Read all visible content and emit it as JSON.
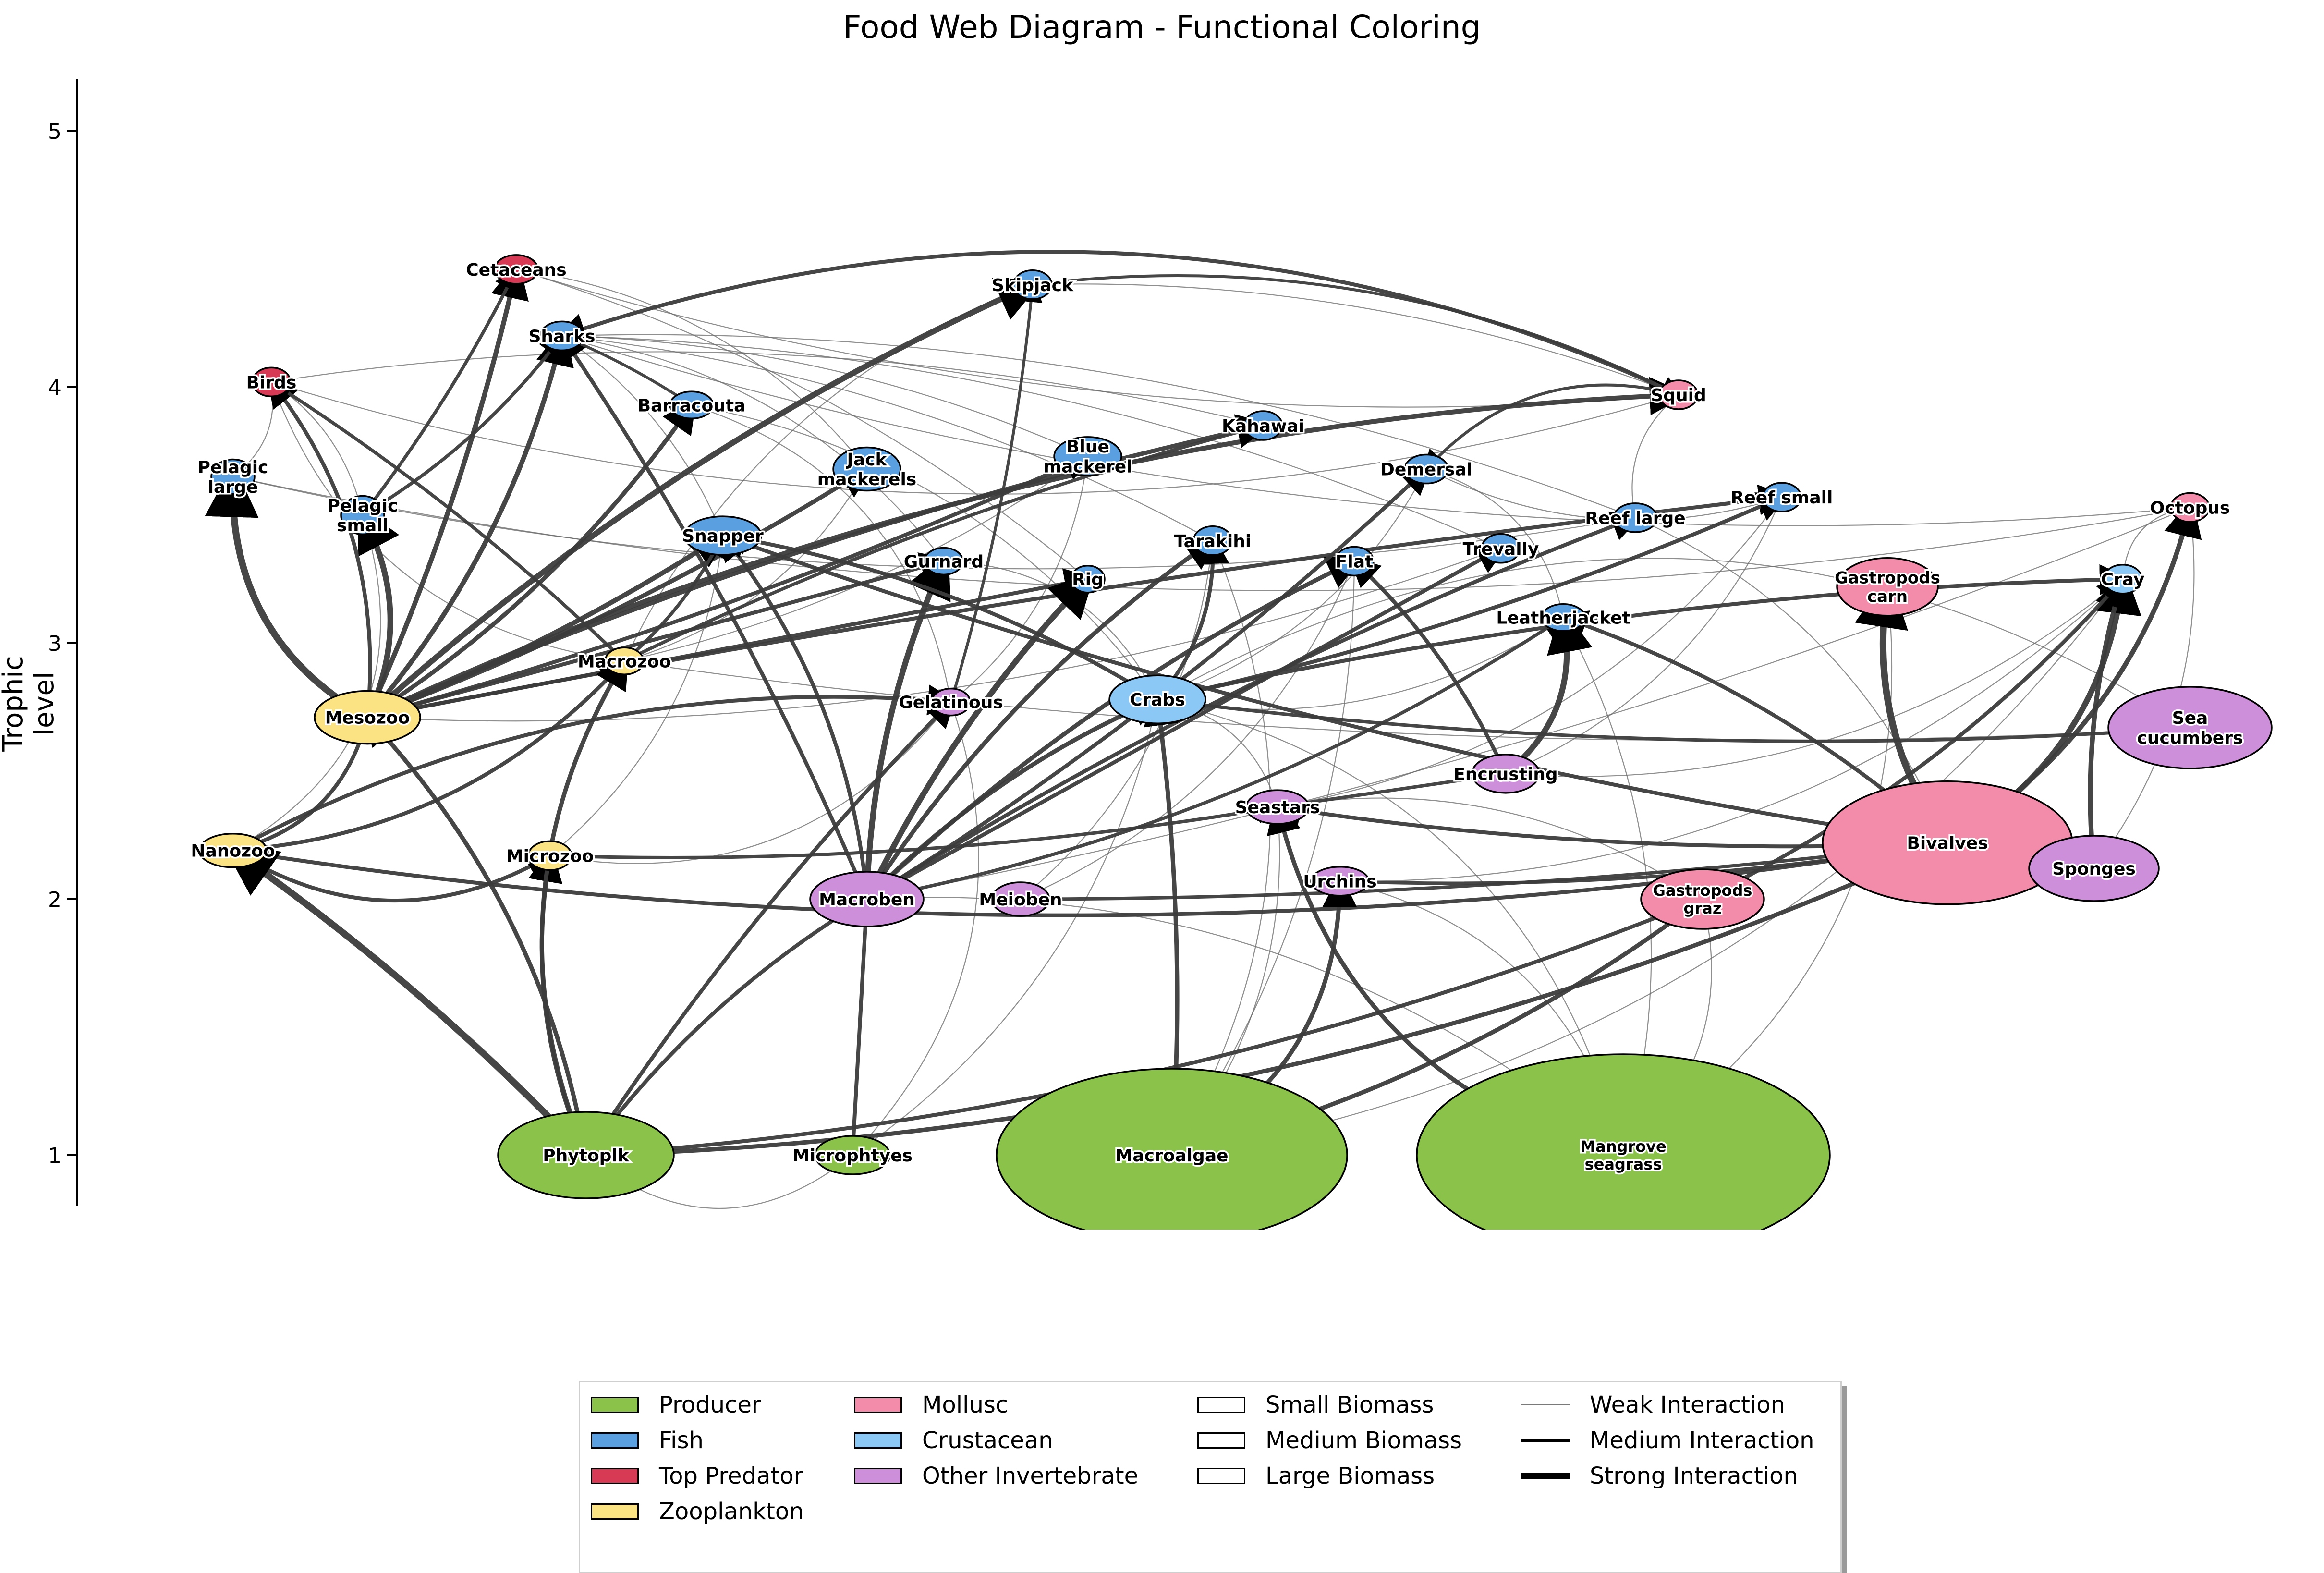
{
  "title": "Food Web Diagram - Functional Coloring",
  "ylabel": "Trophic level",
  "yticks": [
    "1",
    "2",
    "3",
    "4",
    "5"
  ],
  "colors": {
    "producer": "#8bc34a",
    "fish": "#5aa0e0",
    "top_predator": "#d63a55",
    "zooplankton": "#fbe383",
    "mollusc": "#f28caa",
    "crustacean": "#8cc8f5",
    "other_invertebrate": "#cd8fd9"
  },
  "nodes": [
    {
      "id": "cetaceans",
      "label": "Cetaceans",
      "group": "top_predator",
      "trophic": 4.46
    },
    {
      "id": "skipjack",
      "label": "Skipjack",
      "group": "fish",
      "trophic": 4.4
    },
    {
      "id": "sharks",
      "label": "Sharks",
      "group": "fish",
      "trophic": 4.2
    },
    {
      "id": "birds",
      "label": "Birds",
      "group": "top_predator",
      "trophic": 4.02
    },
    {
      "id": "squid",
      "label": "Squid",
      "group": "mollusc",
      "trophic": 3.97
    },
    {
      "id": "barracouta",
      "label": "Barracouta",
      "group": "fish",
      "trophic": 3.93
    },
    {
      "id": "kahawai",
      "label": "Kahawai",
      "group": "fish",
      "trophic": 3.85
    },
    {
      "id": "pelagic_large",
      "label": "Pelagic\nlarge",
      "group": "fish",
      "trophic": 3.65
    },
    {
      "id": "jack_mackerels",
      "label": "Jack\nmackerels",
      "group": "fish",
      "trophic": 3.68
    },
    {
      "id": "blue_mackerel",
      "label": "Blue\nmackerel",
      "group": "fish",
      "trophic": 3.73
    },
    {
      "id": "demersal",
      "label": "Demersal",
      "group": "fish",
      "trophic": 3.68
    },
    {
      "id": "reef_small",
      "label": "Reef small",
      "group": "fish",
      "trophic": 3.57
    },
    {
      "id": "pelagic_small",
      "label": "Pelagic\nsmall",
      "group": "fish",
      "trophic": 3.5
    },
    {
      "id": "reef_large",
      "label": "Reef large",
      "group": "fish",
      "trophic": 3.49
    },
    {
      "id": "octopus",
      "label": "Octopus",
      "group": "mollusc",
      "trophic": 3.53
    },
    {
      "id": "snapper",
      "label": "Snapper",
      "group": "fish",
      "trophic": 3.42
    },
    {
      "id": "tarakihi",
      "label": "Tarakihi",
      "group": "fish",
      "trophic": 3.4
    },
    {
      "id": "gurnard",
      "label": "Gurnard",
      "group": "fish",
      "trophic": 3.32
    },
    {
      "id": "flat",
      "label": "Flat",
      "group": "fish",
      "trophic": 3.32
    },
    {
      "id": "trevally",
      "label": "Trevally",
      "group": "fish",
      "trophic": 3.37
    },
    {
      "id": "rig",
      "label": "Rig",
      "group": "fish",
      "trophic": 3.25
    },
    {
      "id": "gastropods_carn",
      "label": "Gastropods\ncarn",
      "group": "mollusc",
      "trophic": 3.22
    },
    {
      "id": "cray",
      "label": "Cray",
      "group": "crustacean",
      "trophic": 3.25
    },
    {
      "id": "leatherjacket",
      "label": "Leatherjacket",
      "group": "fish",
      "trophic": 3.1
    },
    {
      "id": "macrozoo",
      "label": "Macrozoo",
      "group": "zooplankton",
      "trophic": 2.93
    },
    {
      "id": "gelatinous",
      "label": "Gelatinous",
      "group": "other_invertebrate",
      "trophic": 2.77
    },
    {
      "id": "crabs",
      "label": "Crabs",
      "group": "crustacean",
      "trophic": 2.78
    },
    {
      "id": "mesozoo",
      "label": "Mesozoo",
      "group": "zooplankton",
      "trophic": 2.71
    },
    {
      "id": "sea_cucumbers",
      "label": "Sea\ncucumbers",
      "group": "other_invertebrate",
      "trophic": 2.67
    },
    {
      "id": "encrusting",
      "label": "Encrusting",
      "group": "other_invertebrate",
      "trophic": 2.49
    },
    {
      "id": "seastars",
      "label": "Seastars",
      "group": "other_invertebrate",
      "trophic": 2.36
    },
    {
      "id": "bivalves",
      "label": "Bivalves",
      "group": "mollusc",
      "trophic": 2.22
    },
    {
      "id": "nanozoo",
      "label": "Nanozoo",
      "group": "zooplankton",
      "trophic": 2.19
    },
    {
      "id": "microzoo",
      "label": "Microzoo",
      "group": "zooplankton",
      "trophic": 2.17
    },
    {
      "id": "sponges",
      "label": "Sponges",
      "group": "other_invertebrate",
      "trophic": 2.12
    },
    {
      "id": "urchins",
      "label": "Urchins",
      "group": "other_invertebrate",
      "trophic": 2.07
    },
    {
      "id": "macroben",
      "label": "Macroben",
      "group": "other_invertebrate",
      "trophic": 2.0
    },
    {
      "id": "meioben",
      "label": "Meioben",
      "group": "other_invertebrate",
      "trophic": 2.0
    },
    {
      "id": "gastropods_graz",
      "label": "Gastropods\ngraz",
      "group": "mollusc",
      "trophic": 2.0
    },
    {
      "id": "phytoplk",
      "label": "Phytoplk",
      "group": "producer",
      "trophic": 1.0
    },
    {
      "id": "microphtyes",
      "label": "Microphtyes",
      "group": "producer",
      "trophic": 1.0
    },
    {
      "id": "macroalgae",
      "label": "Macroalgae",
      "group": "producer",
      "trophic": 1.0
    },
    {
      "id": "mangrove",
      "label": "Mangrove\nseagrass",
      "group": "producer",
      "trophic": 1.0
    }
  ],
  "legend": {
    "groups": [
      {
        "label": "Producer",
        "color": "#8bc34a"
      },
      {
        "label": "Fish",
        "color": "#5aa0e0"
      },
      {
        "label": "Top Predator",
        "color": "#d63a55"
      },
      {
        "label": "Zooplankton",
        "color": "#fbe383"
      },
      {
        "label": "Mollusc",
        "color": "#f28caa"
      },
      {
        "label": "Crustacean",
        "color": "#8cc8f5"
      },
      {
        "label": "Other Invertebrate",
        "color": "#cd8fd9"
      }
    ],
    "biomass": [
      "Small Biomass",
      "Medium Biomass",
      "Large Biomass"
    ],
    "interactions": [
      "Weak Interaction",
      "Medium Interaction",
      "Strong Interaction"
    ]
  }
}
